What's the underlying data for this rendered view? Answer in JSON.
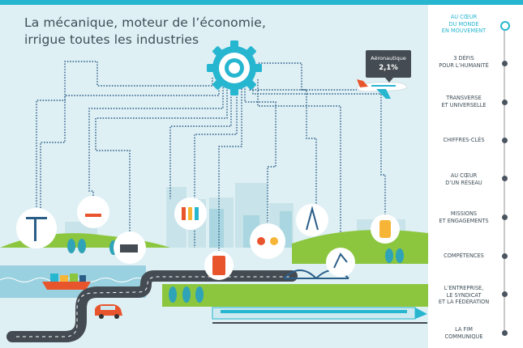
{
  "headline": {
    "line1": "La mécanique, moteur de l’économie,",
    "line2": "irrigue toutes les industries"
  },
  "tooltip": {
    "sector": "Aéronautique",
    "value": "2,1%"
  },
  "nav": {
    "items": [
      {
        "lines": [
          "AU CŒUR",
          "DU MONDE",
          "EN MOUVEMENT"
        ],
        "active": true
      },
      {
        "lines": [
          "3 DÉFIS",
          "POUR L’HUMANITÉ"
        ],
        "active": false
      },
      {
        "lines": [
          "TRANSVERSE",
          "ET UNIVERSELLE"
        ],
        "active": false
      },
      {
        "lines": [
          "CHIFFRES-CLÉS"
        ],
        "active": false
      },
      {
        "lines": [
          "AU CŒUR",
          "D’UN RÉSEAU"
        ],
        "active": false
      },
      {
        "lines": [
          "MISSIONS",
          "ET ENGAGEMENTS"
        ],
        "active": false
      },
      {
        "lines": [
          "COMPÉTENCES"
        ],
        "active": false
      },
      {
        "lines": [
          "L’ENTREPRISE,",
          "LE SYNDICAT",
          "ET LA FÉDÉRATION"
        ],
        "active": false
      },
      {
        "lines": [
          "LA FIM",
          "COMMUNIQUE"
        ],
        "active": false
      }
    ]
  },
  "colors": {
    "accent": "#26b6d0",
    "text": "#3d4d57",
    "background": "#dff0f4"
  }
}
